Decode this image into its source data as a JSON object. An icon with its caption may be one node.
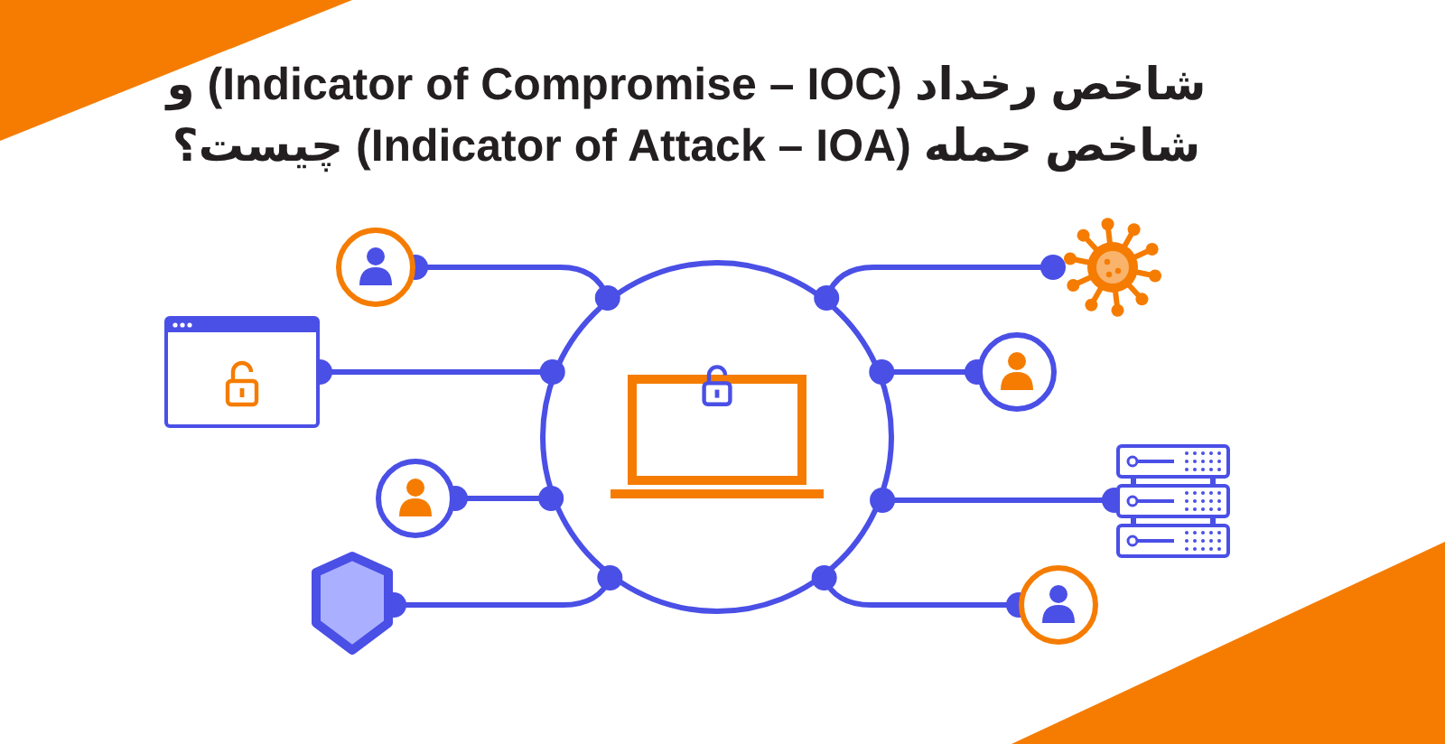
{
  "diagram": {
    "title": "شاخص رخداد (Indicator of Compromise – IOC) و شاخص حمله (Indicator of Attack – IOA) چیست؟",
    "nodes": [
      {
        "text": [],
        "shape": "circle"
      },
      {
        "text": [],
        "shape": "circle"
      },
      {
        "text": [],
        "shape": "picture"
      },
      {
        "text": [],
        "shape": "circle"
      },
      {
        "text": [],
        "shape": "shield"
      },
      {
        "text": [],
        "shape": "picture"
      },
      {
        "text": [],
        "shape": "circle"
      },
      {
        "text": [],
        "shape": "picture"
      },
      {
        "text": [],
        "shape": "circle"
      }
    ],
    "edges": [
      {
        "from": 1,
        "to": 0,
        "arrow": "other"
      },
      {
        "from": 2,
        "to": 0,
        "arrow": "other"
      },
      {
        "from": 3,
        "to": 0,
        "arrow": "other"
      },
      {
        "from": 4,
        "to": 0,
        "arrow": "other"
      },
      {
        "from": 5,
        "to": 0,
        "arrow": "other"
      },
      {
        "from": 6,
        "to": 0,
        "arrow": "other"
      },
      {
        "from": 7,
        "to": 0,
        "arrow": "other"
      },
      {
        "from": 8,
        "to": 0,
        "arrow": "other"
      }
    ]
  }
}
